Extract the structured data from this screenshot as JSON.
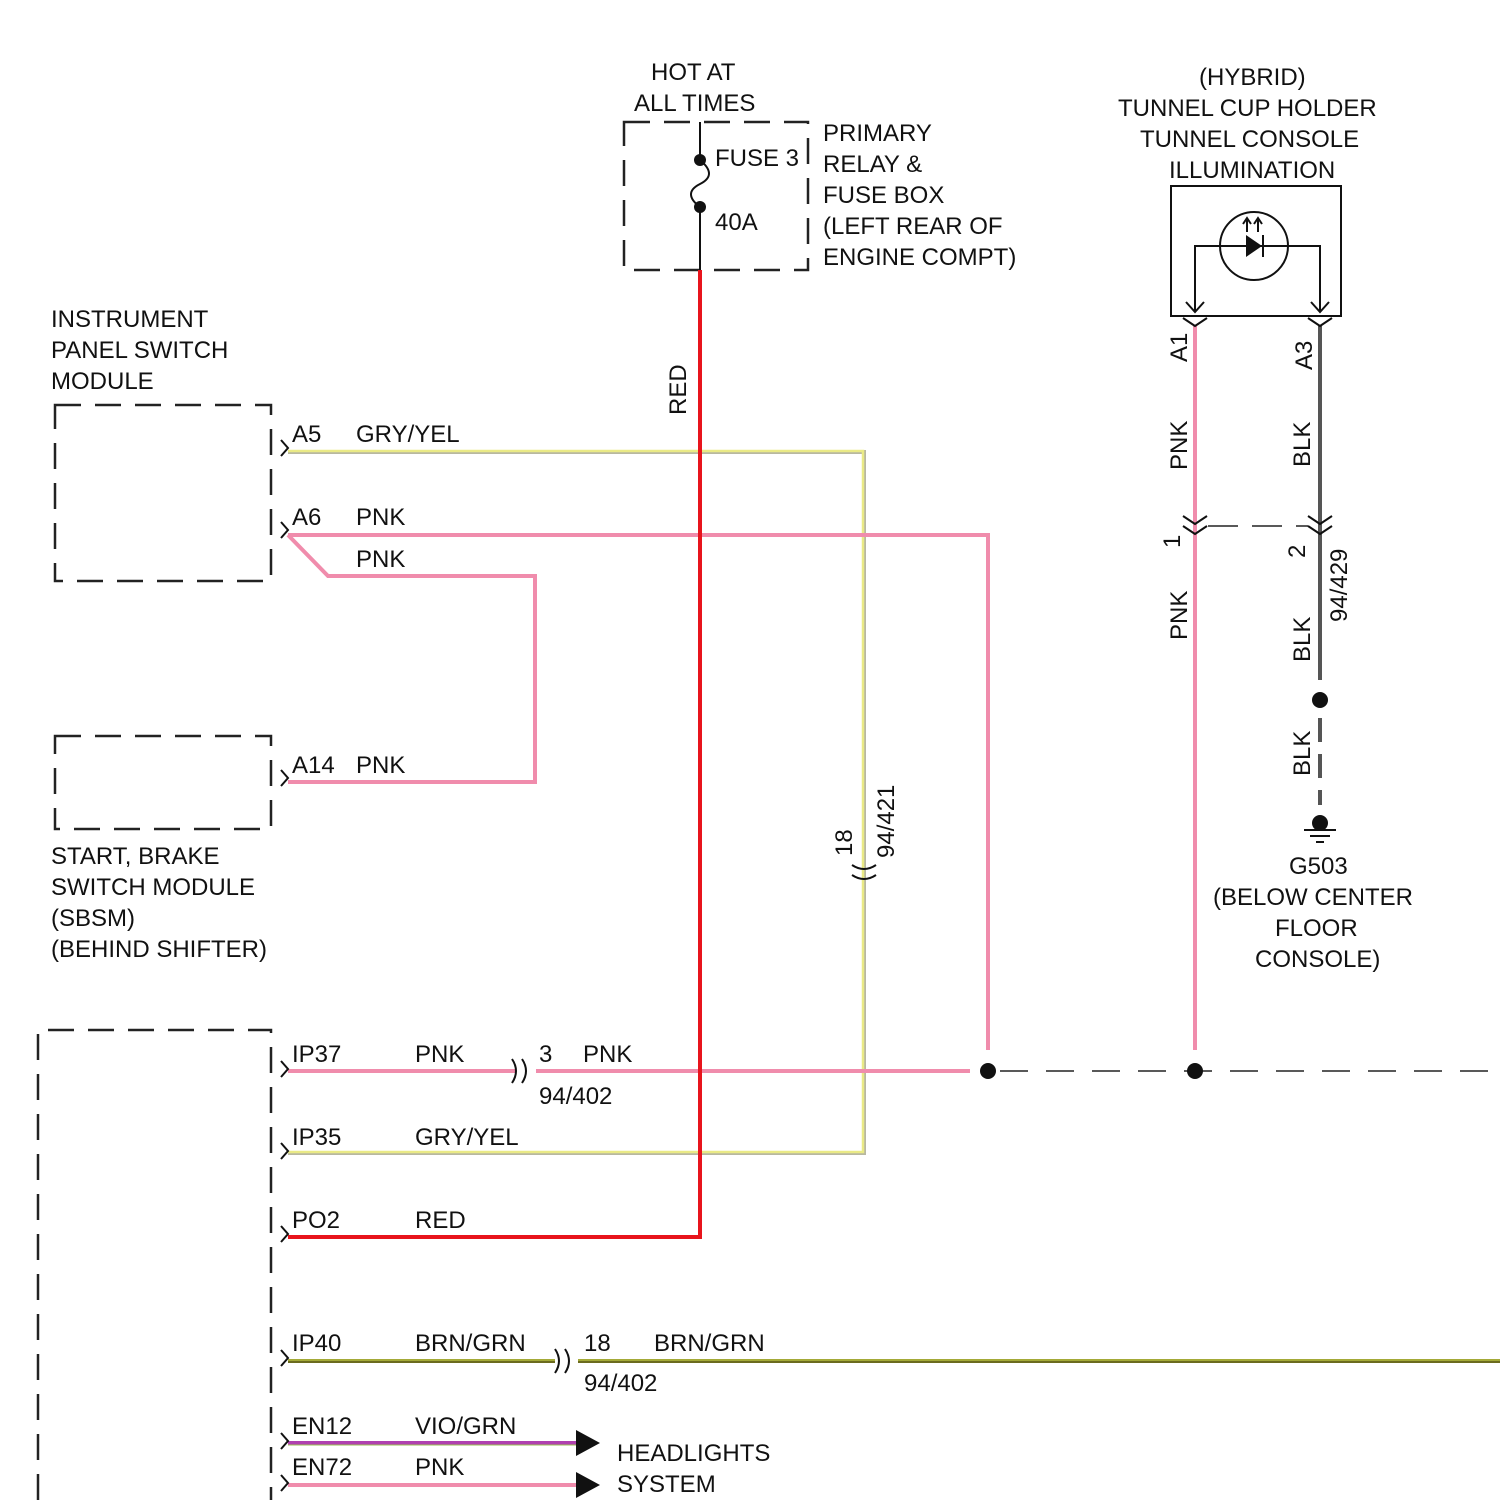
{
  "colors": {
    "red": "#e8141c",
    "pink": "#f08cac",
    "gry_yel_yellow": "#eaea86",
    "gry_yel_gray": "#b8b8a0",
    "blk": "#555555",
    "brn_grn": "#6b6b1e",
    "brn_grn_stripe": "#b8c040",
    "vio_grn": "#b040b0"
  },
  "fuse_box": {
    "hot_line1": "HOT AT",
    "hot_line2": "ALL TIMES",
    "fuse_label": "FUSE 3",
    "fuse_rating": "40A",
    "name": [
      "PRIMARY",
      "RELAY &",
      "FUSE BOX",
      "(LEFT REAR OF",
      "ENGINE COMPT)"
    ],
    "wire_color": "RED"
  },
  "illumination": {
    "name": [
      "(HYBRID)",
      "TUNNEL CUP HOLDER",
      "TUNNEL CONSOLE",
      "ILLUMINATION"
    ],
    "pin_a1": "A1",
    "pin_a3": "A3",
    "wire_a1": "PNK",
    "wire_a3": "BLK",
    "inline_pin1": "1",
    "inline_pin2": "2",
    "inline_connector": "94/429",
    "wire_a1_lower": "PNK",
    "wire_a3_lower": "BLK",
    "ground_wire": "BLK"
  },
  "ground": {
    "id": "G503",
    "location": [
      "(BELOW CENTER",
      "FLOOR",
      "CONSOLE)"
    ]
  },
  "ipsm": {
    "name": [
      "INSTRUMENT",
      "PANEL SWITCH",
      "MODULE"
    ],
    "pins": [
      {
        "pin": "A5",
        "wire": "GRY/YEL"
      },
      {
        "pin": "A6",
        "wire": "PNK",
        "branch_wire": "PNK"
      }
    ]
  },
  "sbsm": {
    "name": [
      "START, BRAKE",
      "SWITCH MODULE",
      "(SBSM)",
      "(BEHIND SHIFTER)"
    ],
    "pin": "A14",
    "wire": "PNK"
  },
  "inline_94_421": {
    "pin": "18",
    "connector": "94/421"
  },
  "lower_module": {
    "pins": [
      {
        "pin": "IP37",
        "wire": "PNK",
        "inline_pin": "3",
        "inline_wire": "PNK",
        "inline_connector": "94/402"
      },
      {
        "pin": "IP35",
        "wire": "GRY/YEL"
      },
      {
        "pin": "PO2",
        "wire": "RED"
      },
      {
        "pin": "IP40",
        "wire": "BRN/GRN",
        "inline_pin": "18",
        "inline_wire": "BRN/GRN",
        "inline_connector": "94/402"
      },
      {
        "pin": "EN12",
        "wire": "VIO/GRN"
      },
      {
        "pin": "EN72",
        "wire": "PNK"
      }
    ],
    "destination": [
      "HEADLIGHTS",
      "SYSTEM"
    ]
  }
}
